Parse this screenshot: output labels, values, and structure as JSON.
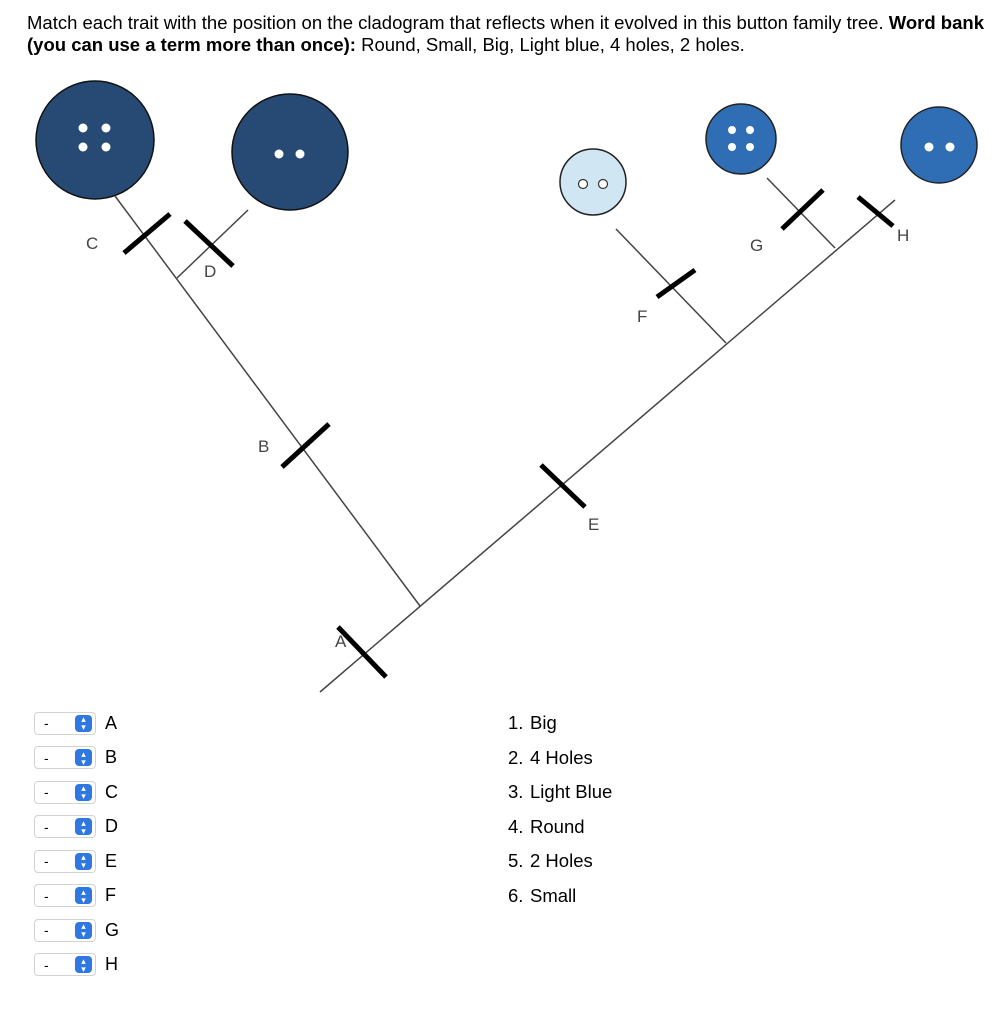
{
  "question": {
    "text_1": "Match each trait with the position on the cladogram that reflects when it evolved in this button family tree. ",
    "bold": "Word bank (you can use a term more than once):",
    "text_2": " Round, Small, Big, Light blue, 4 holes, 2 holes."
  },
  "cladogram": {
    "labels": {
      "A": "A",
      "B": "B",
      "C": "C",
      "D": "D",
      "E": "E",
      "F": "F",
      "G": "G",
      "H": "H"
    },
    "buttons": [
      {
        "name": "big-dark-4-hole",
        "color": "#274a75",
        "holes": 4
      },
      {
        "name": "big-dark-2-hole",
        "color": "#274a75",
        "holes": 2
      },
      {
        "name": "light-blue-2-hole",
        "color": "#d0e6f3",
        "holes": 2
      },
      {
        "name": "small-blue-4-hole",
        "color": "#2f6db4",
        "holes": 4
      },
      {
        "name": "small-blue-2-hole",
        "color": "#2f6db4",
        "holes": 2
      }
    ]
  },
  "matches": [
    {
      "selected": "-",
      "letter": "A"
    },
    {
      "selected": "-",
      "letter": "B"
    },
    {
      "selected": "-",
      "letter": "C"
    },
    {
      "selected": "-",
      "letter": "D"
    },
    {
      "selected": "-",
      "letter": "E"
    },
    {
      "selected": "-",
      "letter": "F"
    },
    {
      "selected": "-",
      "letter": "G"
    },
    {
      "selected": "-",
      "letter": "H"
    }
  ],
  "answers": [
    {
      "num": "1.",
      "label": "Big"
    },
    {
      "num": "2.",
      "label": "4 Holes"
    },
    {
      "num": "3.",
      "label": "Light Blue"
    },
    {
      "num": "4.",
      "label": "Round"
    },
    {
      "num": "5.",
      "label": "2 Holes"
    },
    {
      "num": "6.",
      "label": "Small"
    }
  ],
  "colors": {
    "select_accent": "#2f78e0",
    "line": "#444444",
    "tick": "#000000"
  }
}
